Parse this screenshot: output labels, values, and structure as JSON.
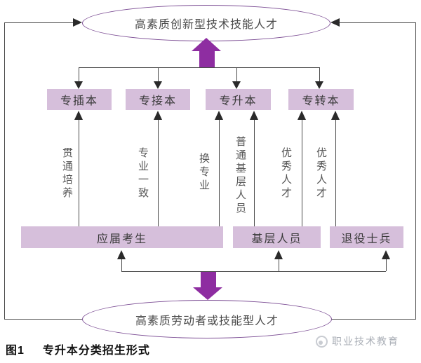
{
  "colors": {
    "box_fill": "#d6bfdb",
    "box_text": "#3a3a3a",
    "purple_arrow": "#8e2da1",
    "ellipse_border": "#7d4f95",
    "line": "#4a4a4a",
    "arrowhead": "#2a2a2a",
    "label_text": "#555555",
    "caption_text": "#111111",
    "watermark_text": "#a9aeb6"
  },
  "diagram": {
    "top_ellipse_label": "高素质创新型技术技能人才",
    "bottom_ellipse_label": "高素质劳动者或技能型人才",
    "top_boxes": [
      "专插本",
      "专接本",
      "专升本",
      "专转本"
    ],
    "bottom_boxes": [
      "应届考生",
      "基层人员",
      "退役士兵"
    ],
    "path_labels": [
      "贯通培养",
      "专业一致",
      "换专业",
      "普通基层人员",
      "优秀人才",
      "优秀人才"
    ]
  },
  "caption": {
    "fig_no": "图1",
    "title": "专升本分类招生形式"
  },
  "watermark": {
    "text": "职业技术教育"
  }
}
